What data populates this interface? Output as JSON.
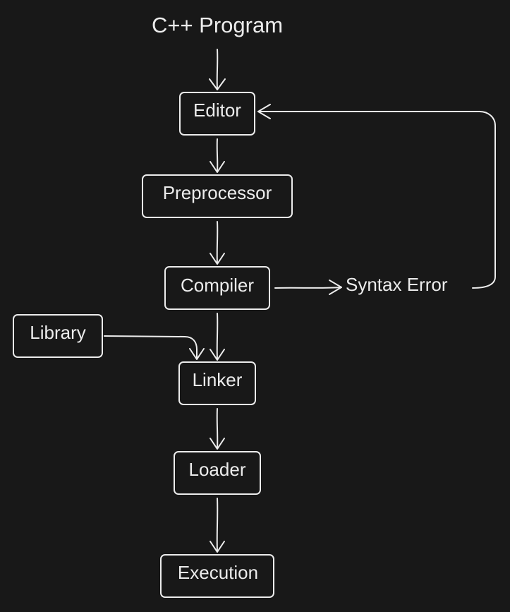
{
  "diagram": {
    "title": "C++ Program",
    "nodes": {
      "editor": "Editor",
      "preprocessor": "Preprocessor",
      "compiler": "Compiler",
      "library": "Library",
      "linker": "Linker",
      "loader": "Loader",
      "execution": "Execution"
    },
    "syntax_error": "Syntax Error"
  },
  "colors": {
    "background": "#181818",
    "stroke": "#ececec",
    "text": "#ececec"
  }
}
